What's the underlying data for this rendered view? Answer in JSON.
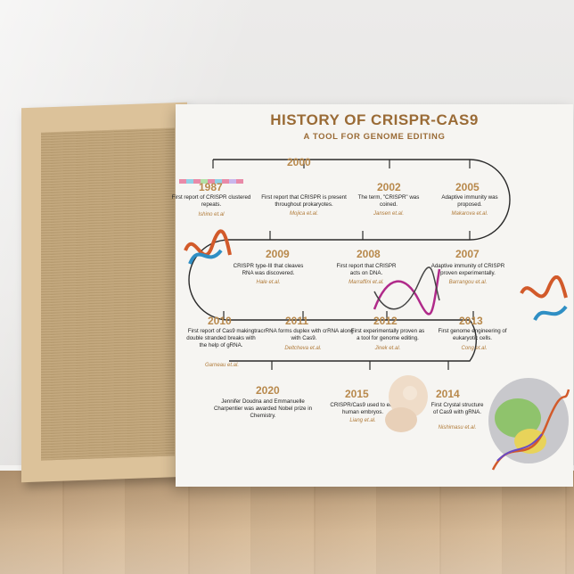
{
  "poster": {
    "title": "HISTORY OF CRISPR-CAS9",
    "subtitle": "A TOOL FOR GENOME EDITING"
  },
  "events": [
    {
      "year": "1987",
      "text": "First report of CRISPR clustered repeats.",
      "author": "Ishino et.al"
    },
    {
      "year": "2000",
      "text": "First report that CRISPR is present throughout prokaryotes.",
      "author": "Mojica et.al."
    },
    {
      "year": "2002",
      "text": "The term, \"CRISPR\" was coined.",
      "author": "Jansen et.al."
    },
    {
      "year": "2005",
      "text": "Adaptive immunity was proposed.",
      "author": "Makarova et.al."
    },
    {
      "year": "2009",
      "text": "CRISPR type-III that cleaves RNA was discovered.",
      "author": "Hale et.al."
    },
    {
      "year": "2008",
      "text": "First report that CRISPR acts on DNA.",
      "author": "Marraffini et.al."
    },
    {
      "year": "2007",
      "text": "Adaptive immunity of CRISPR proven experimentally.",
      "author": "Barrangou et.al."
    },
    {
      "year": "2010",
      "text": "First report of Cas9 making double stranded breaks with the help of gRNA.",
      "author": "Garneau et.al."
    },
    {
      "year": "2011",
      "text": "tracrRNA forms duplex with crRNA along with Cas9.",
      "author": "Deltcheva et.al."
    },
    {
      "year": "2012",
      "text": "First experimentally proven as a tool for genome editing.",
      "author": "Jinek et.al."
    },
    {
      "year": "2013",
      "text": "First genome engineering of eukaryotic cells.",
      "author": "Cong et.al."
    },
    {
      "year": "2020",
      "text": "Jennifer Doudna and Emmanuelle Charpentier was awarded Nobel prize in Chemistry.",
      "author": ""
    },
    {
      "year": "2015",
      "text": "CRISPR/Cas9 used to edit human embryos.",
      "author": "Liang et.al."
    },
    {
      "year": "2014",
      "text": "First Crystal structure of Cas9 with gRNA.",
      "author": "Nishimasu et.al."
    }
  ],
  "colors": {
    "accent": "#9a6b36",
    "year": "#b8894c",
    "line": "#2b2b2b",
    "wall": "#e8e7e5",
    "floor": "#c8a985"
  }
}
